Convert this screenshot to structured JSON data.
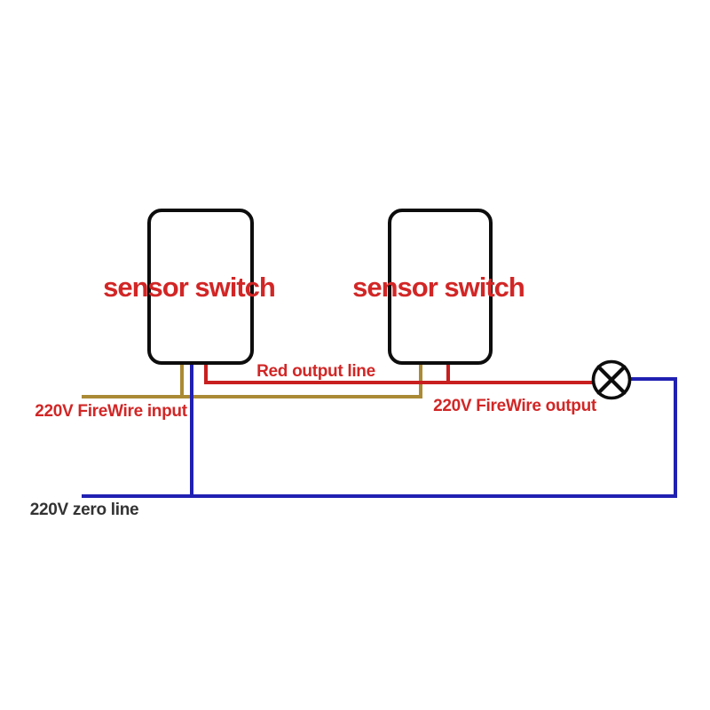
{
  "diagram": {
    "components": [
      {
        "id": "sensor-switch-1",
        "label": "sensor switch"
      },
      {
        "id": "sensor-switch-2",
        "label": "sensor switch"
      }
    ],
    "lamp": {
      "symbol": "crossed-circle-lamp"
    },
    "wire_labels": {
      "red_output": "Red output line",
      "firewire_input": "220V FireWire input",
      "firewire_output": "220V FireWire output",
      "zero_line": "220V zero line"
    },
    "colors": {
      "firewire_olive": "#ab8a35",
      "red_output_wire": "#c81f1f",
      "zero_line_blue": "#2020b2",
      "red_label": "#d22626",
      "zero_label": "#333333",
      "component_border": "#0d0d0d"
    }
  }
}
